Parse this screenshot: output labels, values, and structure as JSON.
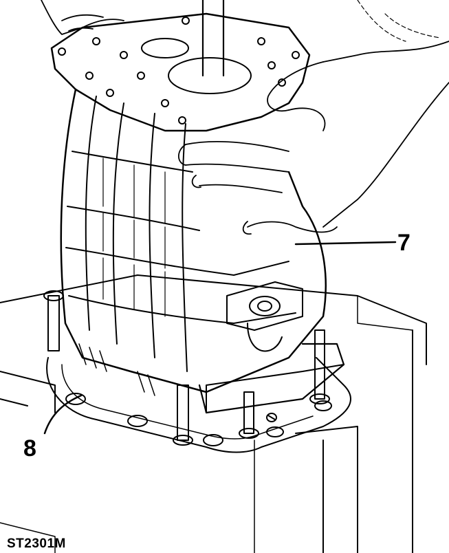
{
  "figure": {
    "code": "ST2301M",
    "callouts": [
      {
        "id": "7",
        "label": "7"
      },
      {
        "id": "8",
        "label": "8"
      }
    ]
  },
  "colors": {
    "ink": "#000000",
    "paper": "#ffffff"
  }
}
